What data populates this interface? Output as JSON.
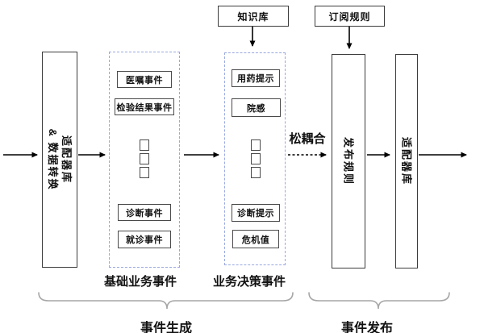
{
  "top": {
    "knowledge_base": "知识库",
    "subscription_rules": "订阅规则"
  },
  "left_adapter": {
    "line1": "适配器库",
    "line2": "& 数据转换"
  },
  "event_generation": {
    "basic_container": {
      "label": "基础业务事件",
      "boxes": [
        "医嘱事件",
        "检验结果事件",
        "诊断事件",
        "就诊事件"
      ]
    },
    "decision_container": {
      "label": "业务决策事件",
      "boxes": [
        "用药提示",
        "院感",
        "诊断提示",
        "危机值"
      ]
    }
  },
  "loose_coupling": "松耦合",
  "publish_rules": "发布规则",
  "right_adapter": "适配器库",
  "braces": {
    "generation": "事件生成",
    "publish": "事件发布"
  },
  "colors": {
    "line": "#000000",
    "dashed_border": "#98a8e0",
    "brace": "#a6a6a6"
  }
}
